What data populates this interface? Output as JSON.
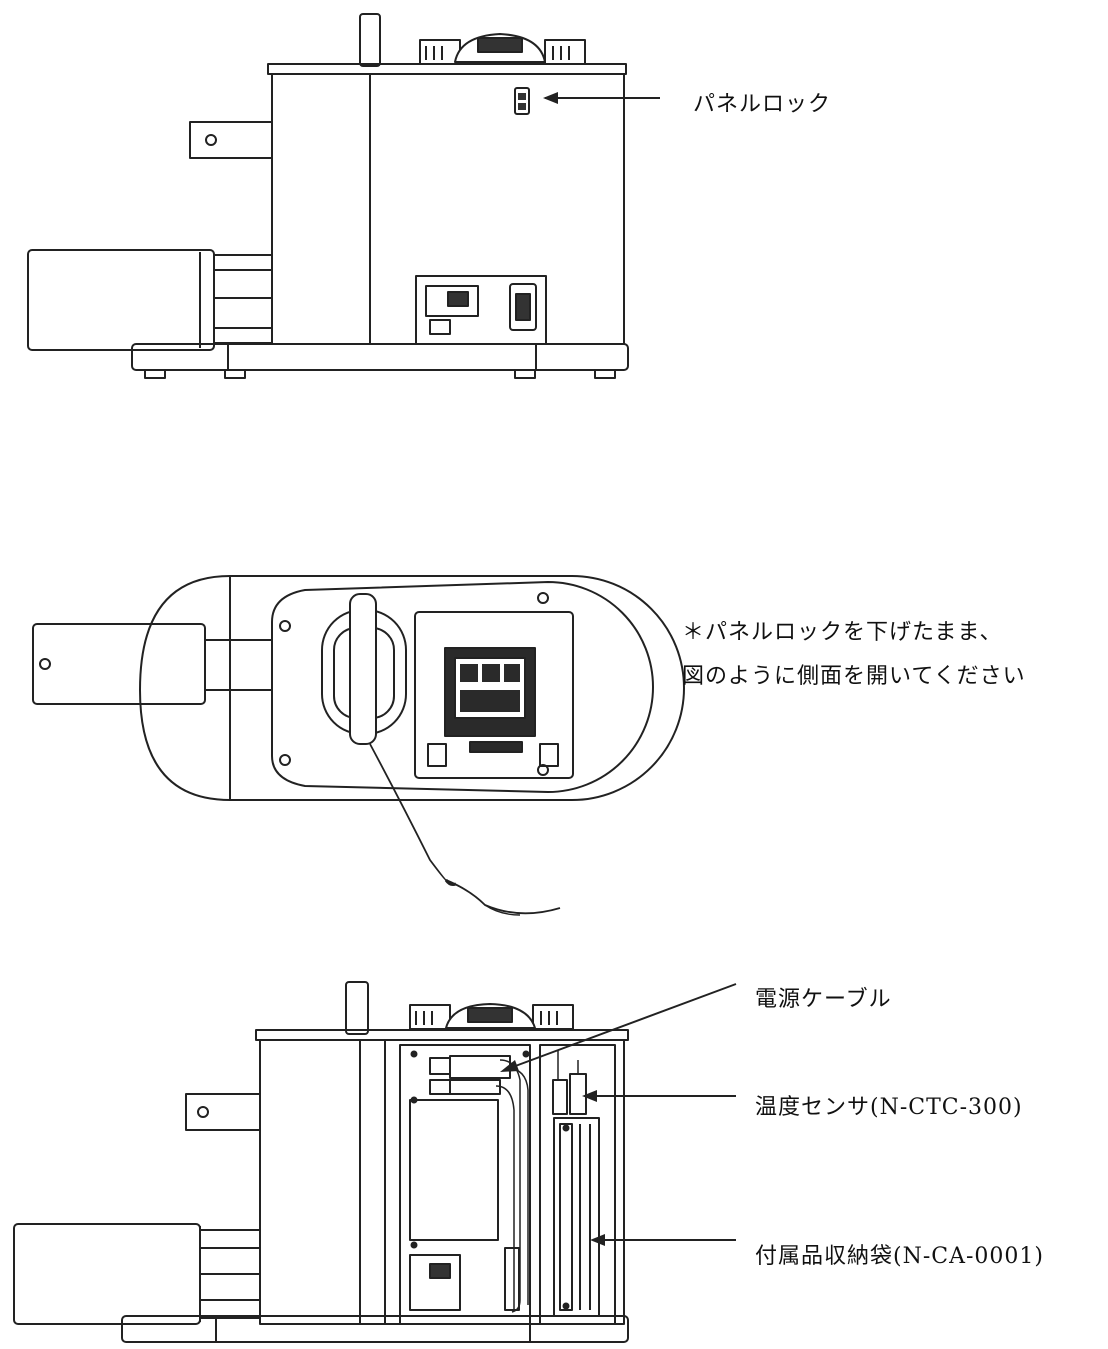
{
  "labels": {
    "panel_lock": "パネルロック",
    "note_line1": "＊パネルロックを下げたまま、",
    "note_line2": "図のように側面を開いてください",
    "power_cable": "電源ケーブル",
    "temp_sensor": "温度センサ(N-CTC-300)",
    "accessory_bag": "付属品収納袋(N-CA-0001)"
  }
}
